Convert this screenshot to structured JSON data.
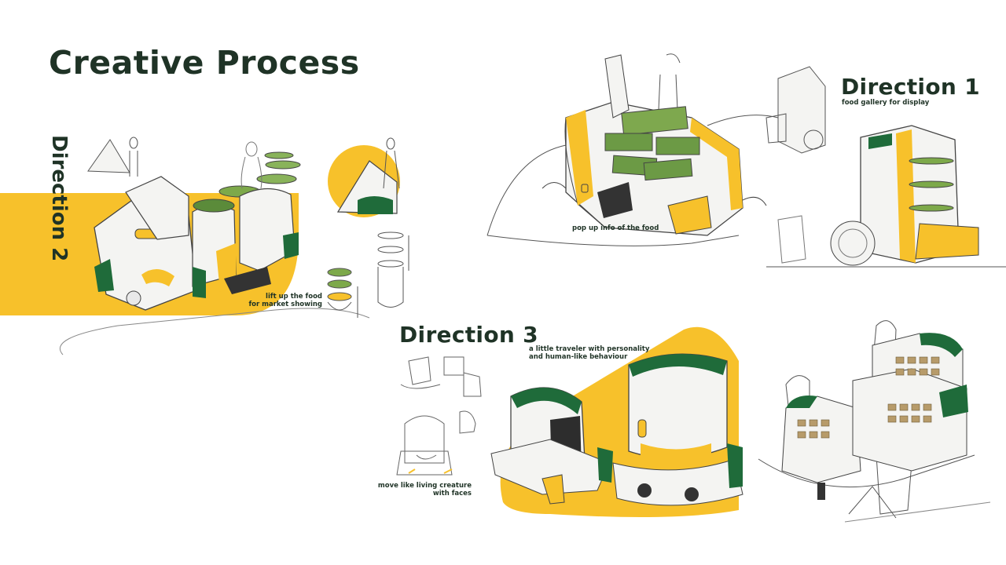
{
  "slide": {
    "title": "Creative Process",
    "colors": {
      "accent_yellow": "#f7c12b",
      "brand_green": "#1f6b3a",
      "text_dark": "#1f3326",
      "sketch_line": "#555555",
      "body_white": "#f4f4f2"
    }
  },
  "direction1": {
    "heading": "Direction 1",
    "subtitle": "food gallery for display",
    "caption": "pop up info of the food"
  },
  "direction2": {
    "heading": "Direction 2",
    "caption_line1": "lift up the food",
    "caption_line2": "for market showing"
  },
  "direction3": {
    "heading": "Direction 3",
    "caption_line1": "a little traveler with personality",
    "caption_line2": "and human-like behaviour",
    "caption2_line1": "move like living creature",
    "caption2_line2": "with faces"
  }
}
